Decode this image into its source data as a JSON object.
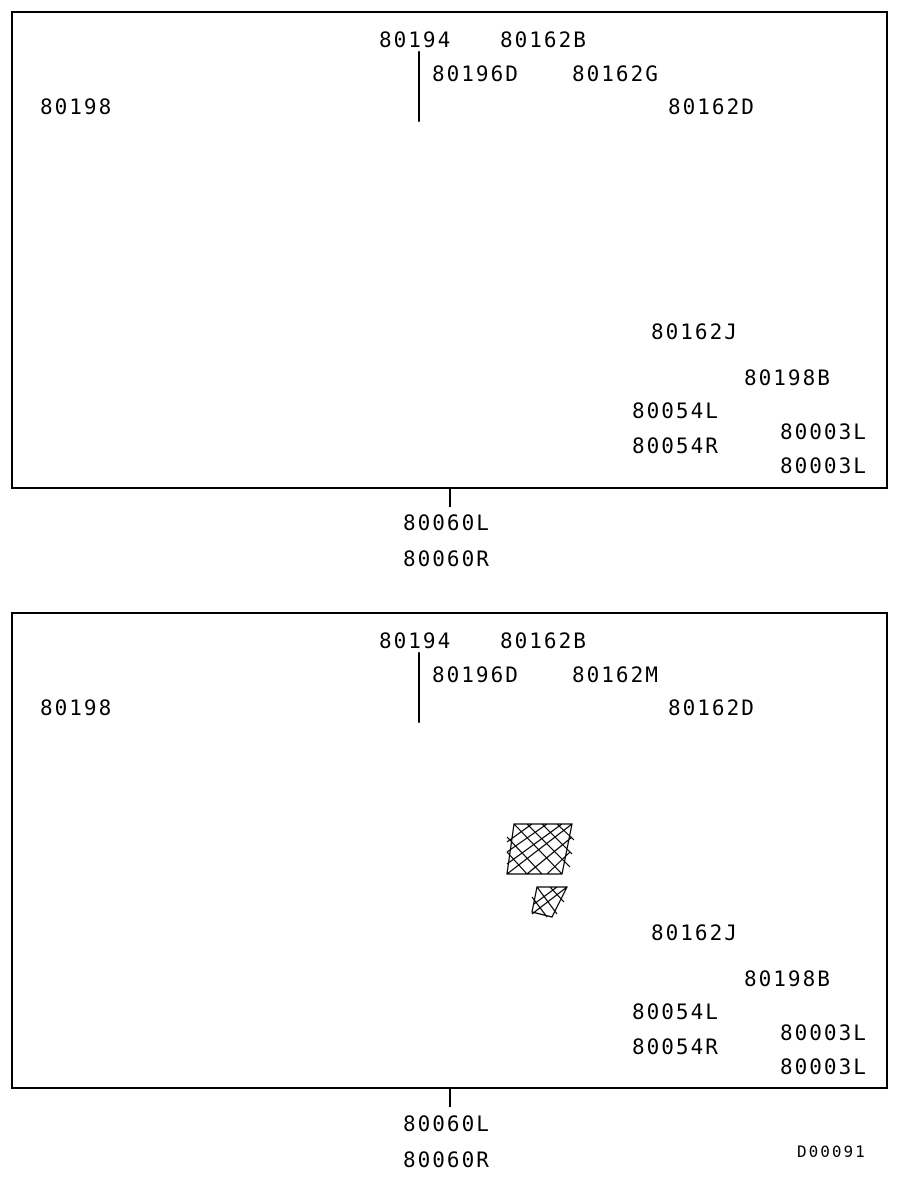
{
  "diagram_code": "D00091",
  "panels": [
    {
      "id": "top",
      "labels": {
        "p80194": "80194",
        "p80162b": "80162B",
        "p80196d": "80196D",
        "p80162x": "80162G",
        "p80198": "80198",
        "p80162d": "80162D",
        "p80162j": "80162J",
        "p80198b": "80198B",
        "p80054l": "80054L",
        "p80054r": "80054R",
        "p80003l_a": "80003L",
        "p80003l_b": "80003L"
      },
      "assembly": [
        "80060L",
        "80060R"
      ]
    },
    {
      "id": "bottom",
      "labels": {
        "p80194": "80194",
        "p80162b": "80162B",
        "p80196d": "80196D",
        "p80162x": "80162M",
        "p80198": "80198",
        "p80162d": "80162D",
        "p80162j": "80162J",
        "p80198b": "80198B",
        "p80054l": "80054L",
        "p80054r": "80054R",
        "p80003l_a": "80003L",
        "p80003l_b": "80003L"
      },
      "assembly": [
        "80060L",
        "80060R"
      ]
    }
  ]
}
